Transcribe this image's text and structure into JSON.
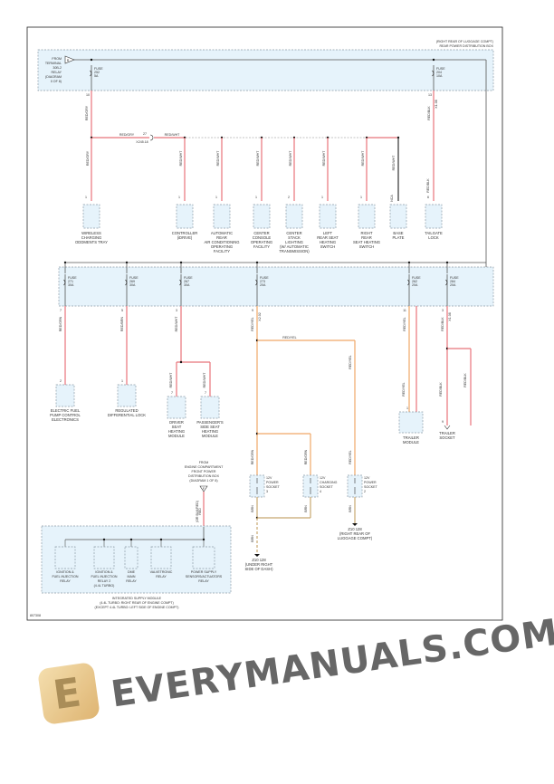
{
  "diagram_id": "807308",
  "rear_box": {
    "location": "(RIGHT REAR OF LUGGAGE COMPT)",
    "name": "REAR POWER DISTRIBUTION BOX"
  },
  "source": [
    "FROM",
    "TERMINAL",
    "30B-2",
    "RELAY",
    "(DIAGRAM",
    "0 OF 8)"
  ],
  "source_pin": "R",
  "top_fuses": [
    {
      "label": "FUSE",
      "number": "252",
      "rating": "5A",
      "pin": "10",
      "wire": "RED/GRY"
    },
    {
      "label": "FUSE",
      "number": "204",
      "rating": "10A",
      "pin": "13",
      "wire": "RED/BLK",
      "connector": "X1.08"
    }
  ],
  "splice": {
    "wire_in": "RED/GRY",
    "pin": "27",
    "wire_out": "RED/WHT",
    "connector": "X245.18"
  },
  "components_top": [
    {
      "lines": [
        "WIRELESS",
        "CHARGING",
        "ODDMENTS TRAY"
      ],
      "wire": "RED/GRY",
      "pin": "1"
    },
    {
      "lines": [
        "CONTROLLER",
        "(iDRIVE)"
      ],
      "wire": "RED/WHT",
      "pin": "1"
    },
    {
      "lines": [
        "AUTOMATIC",
        "REAR",
        "AIR CONDITIONING",
        "OPERATING",
        "FACILITY"
      ],
      "wire": "RED/WHT",
      "pin": "1"
    },
    {
      "lines": [
        "CENTER",
        "CONSOLE",
        "OPERATING",
        "FACILITY"
      ],
      "wire": "RED/WHT",
      "pin": "1"
    },
    {
      "lines": [
        "CENTER",
        "STACK",
        "LIGHTING",
        "(W/ AUTOMATIC",
        "TRANSMISSION)"
      ],
      "wire": "RED/WHT",
      "pin": "2"
    },
    {
      "lines": [
        "LEFT",
        "REAR SEAT",
        "HEATING",
        "SWITCH"
      ],
      "wire": "RED/WHT",
      "pin": "1"
    },
    {
      "lines": [
        "RIGHT",
        "REAR",
        "SEAT HEATING",
        "SWITCH"
      ],
      "wire": "RED/WHT",
      "pin": "1"
    },
    {
      "lines": [
        "BASE",
        "PLATE"
      ],
      "wire": "RED/WHT",
      "pin": "NCA"
    },
    {
      "lines": [
        "TAILGATE",
        "LOCK"
      ],
      "wire": "RED/BLK",
      "pin": "6"
    }
  ],
  "lower_fuses": [
    {
      "label": "FUSE",
      "number": "271",
      "rating": "30A",
      "pin": "7",
      "wire": "RED/GRN"
    },
    {
      "label": "FUSE",
      "number": "269",
      "rating": "30A",
      "pin": "5",
      "wire": "RED/BRN"
    },
    {
      "label": "FUSE",
      "number": "267",
      "rating": "30A",
      "pin": "3",
      "wire": "RED/WHT"
    },
    {
      "label": "FUSE",
      "number": "273",
      "rating": "20A",
      "pin": "9",
      "wire": "RED/YEL",
      "connector": "X2.02"
    },
    {
      "label": "FUSE",
      "number": "262",
      "rating": "20A",
      "pin": "11",
      "wire": "RED/YEL"
    },
    {
      "label": "FUSE",
      "number": "284",
      "rating": "20A",
      "pin": "3",
      "wire": "RED/BLK",
      "connector": "X1.08"
    }
  ],
  "components_lower": [
    {
      "lines": [
        "ELECTRIC FUEL",
        "PUMP CONTROL",
        "ELECTRONICS"
      ],
      "pin": "2"
    },
    {
      "lines": [
        "REGULATED",
        "DIFFERENTIAL LOCK"
      ],
      "pin": "1"
    },
    {
      "lines": [
        "DRIVER",
        "SEAT",
        "HEATING",
        "MODULE"
      ],
      "pin": "7"
    },
    {
      "lines": [
        "PASSENGER'S",
        "SIDE SEAT",
        "HEATING",
        "MODULE"
      ],
      "pin": "7"
    },
    {
      "lines": [
        "TRAILER",
        "MODULE"
      ],
      "pin": "1"
    },
    {
      "lines": [
        "TRAILER",
        "SOCKET"
      ],
      "pin": "9"
    }
  ],
  "sockets": [
    {
      "lines": [
        "12V",
        "POWER",
        "SOCKET",
        "3"
      ],
      "wire_in": "RED/GRN",
      "wire_out": "BRN"
    },
    {
      "lines": [
        "12V",
        "CHARGING",
        "SOCKET",
        "4"
      ],
      "wire_in": "RED/GRN",
      "wire_out": "BRN"
    },
    {
      "lines": [
        "12V",
        "POWER",
        "SOCKET",
        "2"
      ],
      "wire_in": "RED/YEL",
      "wire_out": "BRN"
    }
  ],
  "grounds": [
    {
      "lines": [
        "Z10 128",
        "(UNDER RIGHT",
        "SIDE OF DASH)"
      ]
    },
    {
      "lines": [
        "Z10 128",
        "(RIGHT REAR OF",
        "LUGGAGE COMPT)"
      ]
    }
  ],
  "feed": {
    "lines": [
      "FROM",
      "ENGINE COMPARTMENT",
      "FRONT POWER",
      "DISTRIBUTION BOX",
      "(DIAGRAM 1 OF 8)"
    ],
    "pin": "F",
    "wire": "RED",
    "wire_note": "(OR BLK/RED)"
  },
  "ism": {
    "relays": [
      {
        "lines": [
          "IGNITION &",
          "FUEL INJECTION",
          "RELAY"
        ]
      },
      {
        "lines": [
          "IGNITION &",
          "FUEL INJECTION",
          "RELAY 2",
          "(4.4L TURBO)"
        ]
      },
      {
        "lines": [
          "DME",
          "MAIN",
          "RELAY"
        ]
      },
      {
        "lines": [
          "VALVETRONIC",
          "RELAY"
        ]
      },
      {
        "lines": [
          "POWER SUPPLY",
          "SENSORS/ACTUATORS",
          "RELAY"
        ]
      }
    ],
    "caption": [
      "INTEGRATED SUPPLY MODULE",
      "(4.4L TURBO: RIGHT REAR OF ENGINE COMPT)",
      "(EXCEPT 4.4L TURBO: LEFT SIDE OF ENGINE COMPT)"
    ]
  },
  "watermark": "EVERYMANUALS.COM",
  "colors": {
    "box_fill": "#e6f3fb",
    "box_stroke": "#8a9aa6",
    "red_wire": "#e8737a",
    "orange_wire": "#f0a868",
    "brown_wire": "#c8a870",
    "black_wire": "#333333"
  }
}
